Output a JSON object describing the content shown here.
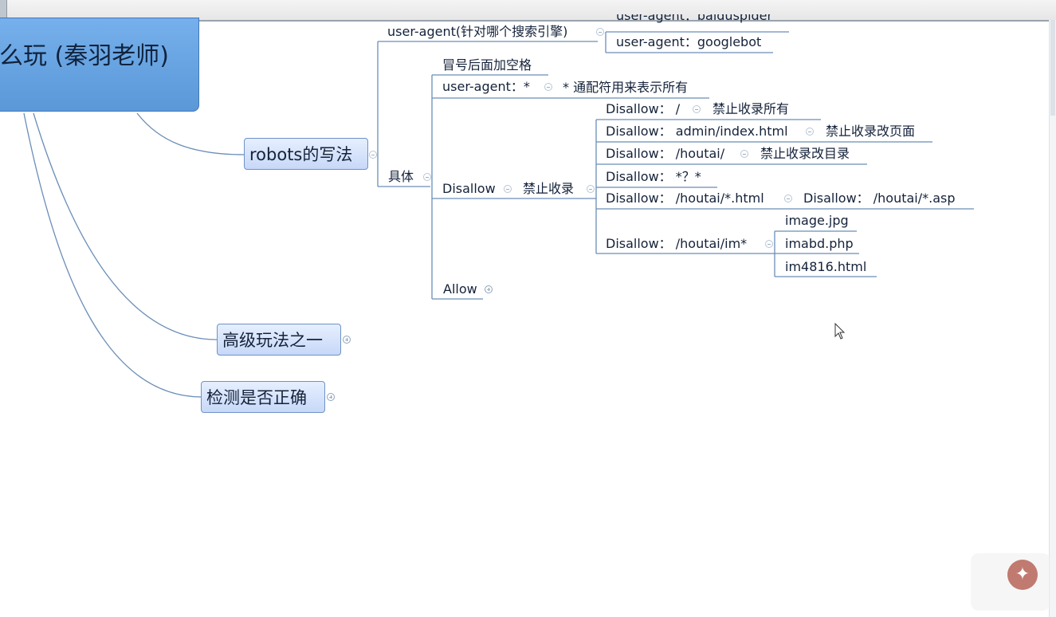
{
  "central_topic": "么玩 (秦羽老师)",
  "main_topics": {
    "robots": "robots的写法",
    "advanced": "高级玩法之一",
    "check": "检测是否正确"
  },
  "branches": {
    "user_agent_for": "user-agent(针对哪个搜索引擎)",
    "baiduspider": "user-agent：baiduspider",
    "googlebot": "user-agent：googlebot",
    "specific": "具体",
    "colon_space": "冒号后面加空格",
    "ua_star": "user-agent：*",
    "ua_star_note": "* 通配符用来表示所有",
    "disallow": "Disallow",
    "disallow_note": "禁止收录",
    "allow": "Allow"
  },
  "disallow_rules": [
    {
      "rule": "Disallow：  /",
      "note": "禁止收录所有"
    },
    {
      "rule": "Disallow：  admin/index.html",
      "note": "禁止收录改页面"
    },
    {
      "rule": "Disallow：  /houtai/",
      "note": "禁止收录改目录"
    },
    {
      "rule": "Disallow：  *？*",
      "note": ""
    },
    {
      "rule": "Disallow：  /houtai/*.html",
      "note": "Disallow：  /houtai/*.asp"
    },
    {
      "rule": "Disallow：  /houtai/im*",
      "note": ""
    }
  ],
  "im_examples": [
    "image.jpg",
    "imabd.php",
    "im4816.html"
  ],
  "colors": {
    "central_fill": "#5a98d8",
    "line": "#6a8eb8",
    "box_fill": "#c7d8f7"
  },
  "icons": [
    "collapse-icon",
    "expand-icon",
    "mouse-cursor-icon",
    "watermark-logo-icon"
  ]
}
